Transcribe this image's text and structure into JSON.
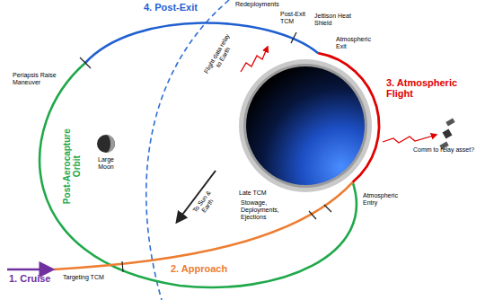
{
  "diagram": {
    "labels": [
      "4. Post-Exit",
      "Redeployments",
      "Post-Exit TCM",
      "Jettison Heat Shield",
      "Atmospheric Exit",
      "Flight data relay to Earth",
      "3. Atmospheric Flight",
      "Periapsis Raise Maneuver",
      "Large Moon",
      "Post-Aerocapture Orbit",
      "Comm to relay asset?",
      "To Sun & Earth",
      "Late TCM",
      "Stowage, Deployments, Ejections",
      "Atmospheric Entry",
      "Targeting TCM",
      "2. Approach",
      "1. Cruise"
    ]
  }
}
